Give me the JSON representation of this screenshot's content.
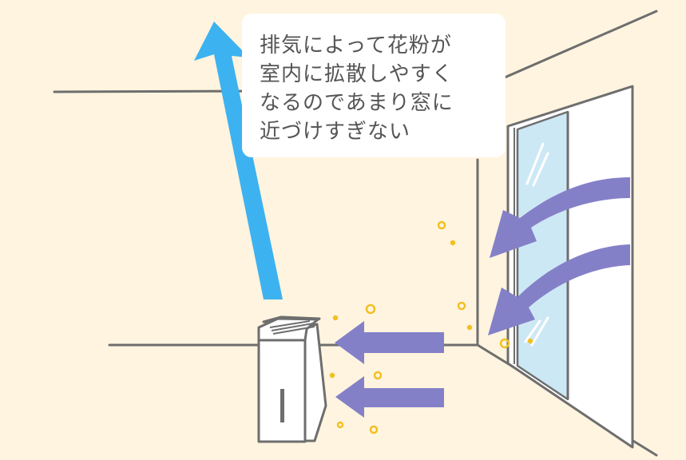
{
  "bubble": {
    "lines": [
      "排気によって花粉が",
      "室内に拡散しやすく",
      "なるのであまり窓に",
      "近づけすぎない"
    ]
  },
  "colors": {
    "background": "#FFF4DF",
    "wall_line": "#6E6E6E",
    "exhaust_arrow": "#3DB2F0",
    "inflow_arrow": "#8480C8",
    "pollen": "#F2C021",
    "glass": "#CDE8F5",
    "frame": "#FFFFFF"
  },
  "icons": {
    "exhaust": "up-arrow-icon",
    "inflow": "left-arrow-icon",
    "pollen": "pollen-particle-icon",
    "device": "air-purifier-icon",
    "window": "window-icon"
  }
}
